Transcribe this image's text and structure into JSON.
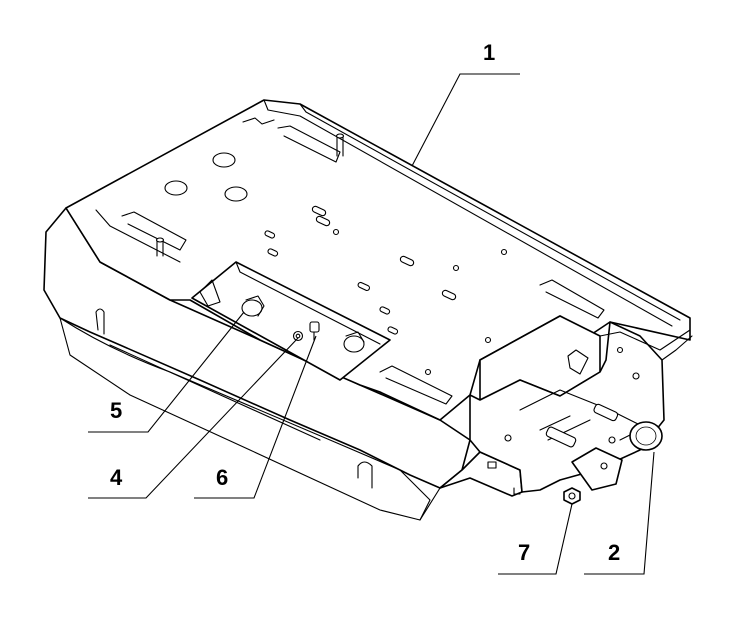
{
  "callouts": {
    "c1": "1",
    "c2": "2",
    "c4": "4",
    "c5": "5",
    "c6": "6",
    "c7": "7"
  }
}
